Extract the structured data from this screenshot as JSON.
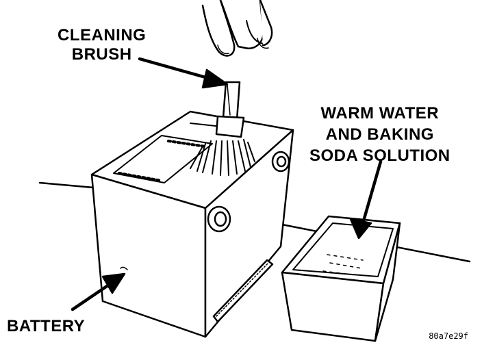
{
  "labels": {
    "brush_line1": "CLEANING",
    "brush_line2": "BRUSH",
    "solution_line1": "WARM WATER",
    "solution_line2": "AND BAKING",
    "solution_line3": "SODA SOLUTION",
    "battery": "BATTERY"
  },
  "figure_code": "80a7e29f"
}
